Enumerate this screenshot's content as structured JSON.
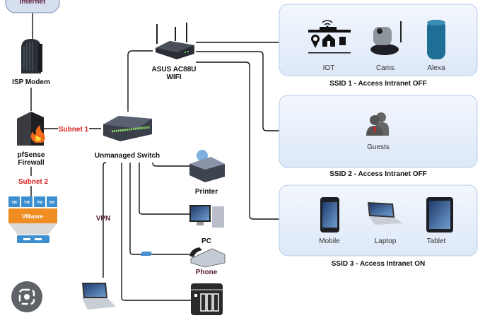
{
  "nodes": {
    "internet": "Internet",
    "modem": "ISP Modem",
    "firewall": [
      "pfSense",
      "Firewall"
    ],
    "subnet1": "Subnet 1",
    "subnet2": "Subnet 2",
    "switch": "Unmanaged Switch",
    "router": [
      "ASUS AC88U",
      "WIFI"
    ],
    "vm_label": "VM",
    "vmware": "VMware",
    "vpn": "VPN",
    "printer": "Printer",
    "pc": "PC",
    "phone": "Phone"
  },
  "ssids": [
    {
      "title": "SSID 1 - Access Intranet OFF",
      "devices": [
        "IOT",
        "Cams",
        "Alexa"
      ]
    },
    {
      "title": "SSID 2 - Access Intranet OFF",
      "devices": [
        "Guests"
      ]
    },
    {
      "title": "SSID 3 - Access Intranet ON",
      "devices": [
        "Mobile",
        "Laptop",
        "Tablet"
      ]
    }
  ],
  "colors": {
    "subnet_label": "#d61e1e",
    "ssid_box": "#e3edfa",
    "vmware": "#ef8c22",
    "vm": "#3b8fd0"
  }
}
